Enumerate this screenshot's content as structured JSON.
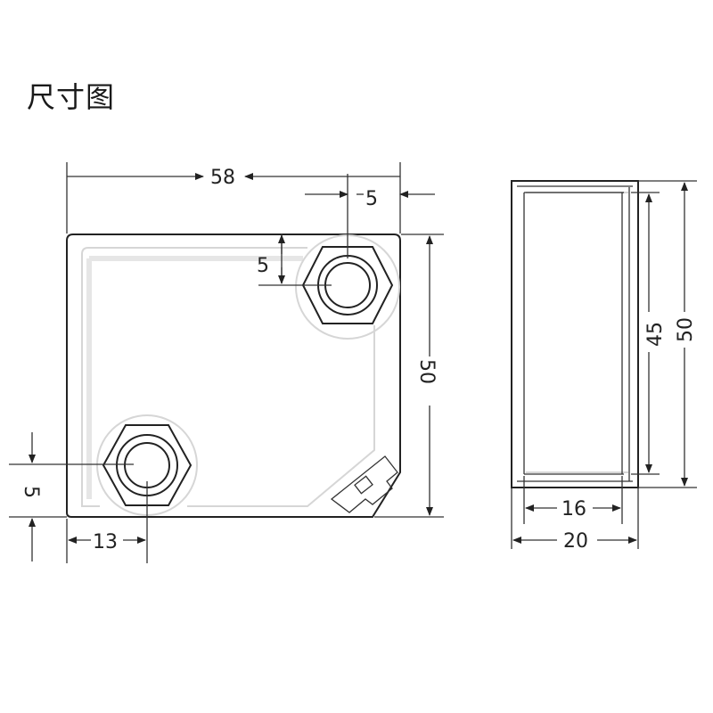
{
  "title": "尺寸图",
  "front_view": {
    "width": "58",
    "top_right_offset": "5",
    "hole_top_offset": "5",
    "height": "50",
    "bottom_left_offset": "5",
    "hole_left_offset": "13"
  },
  "side_view": {
    "inner_height": "45",
    "outer_height": "50",
    "inner_width": "16",
    "outer_width": "20"
  }
}
